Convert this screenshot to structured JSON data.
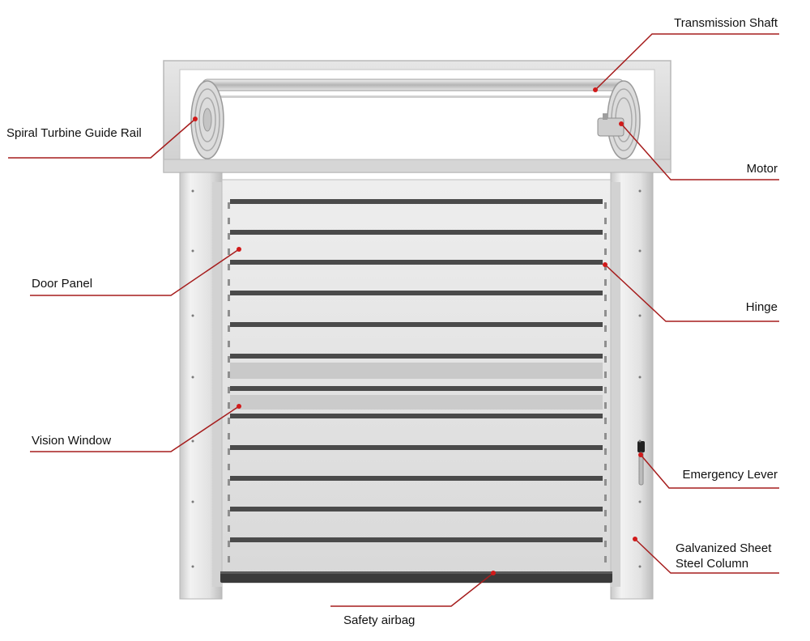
{
  "accent_color": "#cc1f1f",
  "labels": {
    "transmission_shaft": "Transmission Shaft",
    "spiral_turbine_guide_rail": "Spiral Turbine Guide Rail",
    "motor": "Motor",
    "door_panel": "Door Panel",
    "hinge": "Hinge",
    "vision_window": "Vision Window",
    "emergency_lever": "Emergency Lever",
    "galvanized_line1": "Galvanized Sheet",
    "galvanized_line2": "Steel Column",
    "safety_airbag": "Safety airbag"
  }
}
